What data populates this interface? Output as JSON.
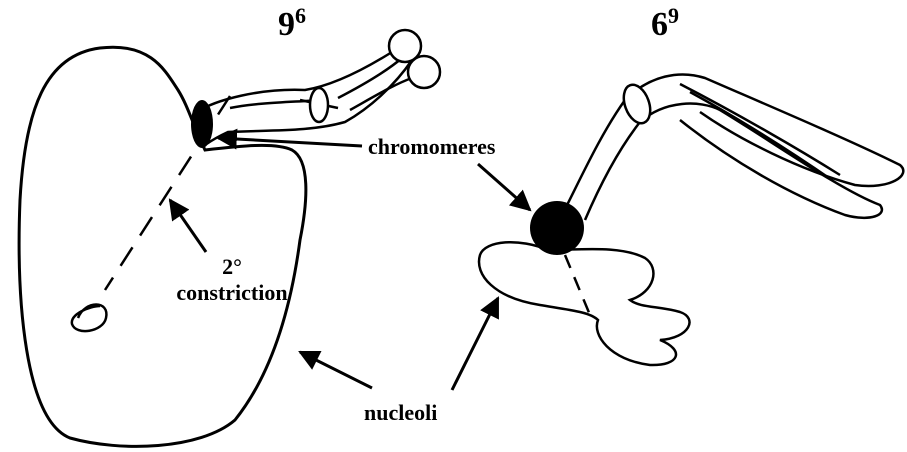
{
  "panels": [
    {
      "base": "9",
      "exponent": "6"
    },
    {
      "base": "6",
      "exponent": "9"
    }
  ],
  "labels": {
    "chromomeres": "chromomeres",
    "secondary_constriction_line1": "2°",
    "secondary_constriction_line2": "constriction",
    "nucleoli": "nucleoli"
  },
  "colors": {
    "ink": "#000000",
    "background": "#ffffff"
  }
}
